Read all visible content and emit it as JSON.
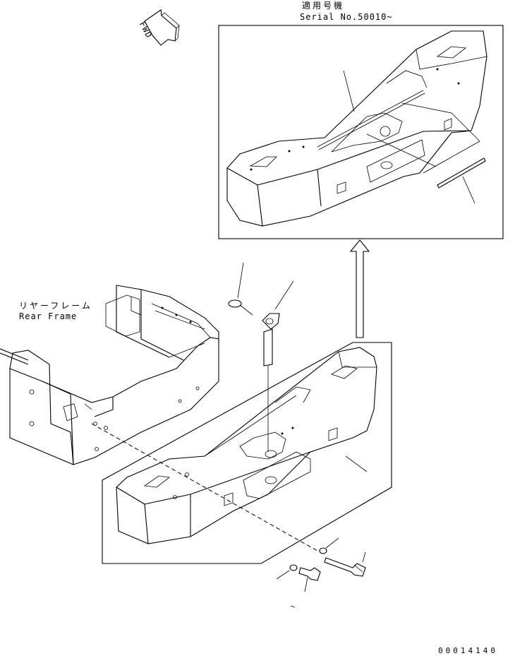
{
  "serial_label": {
    "japanese": "適用号機",
    "english": "Serial No.50010~"
  },
  "rear_frame_label": {
    "japanese": "リヤーフレーム",
    "english": "Rear Frame"
  },
  "fwd_arrow": {
    "text": "FWD",
    "icon": "fwd-arrow-icon"
  },
  "figure_number": "00014140",
  "colors": {
    "line": "#000000",
    "background": "#ffffff"
  }
}
